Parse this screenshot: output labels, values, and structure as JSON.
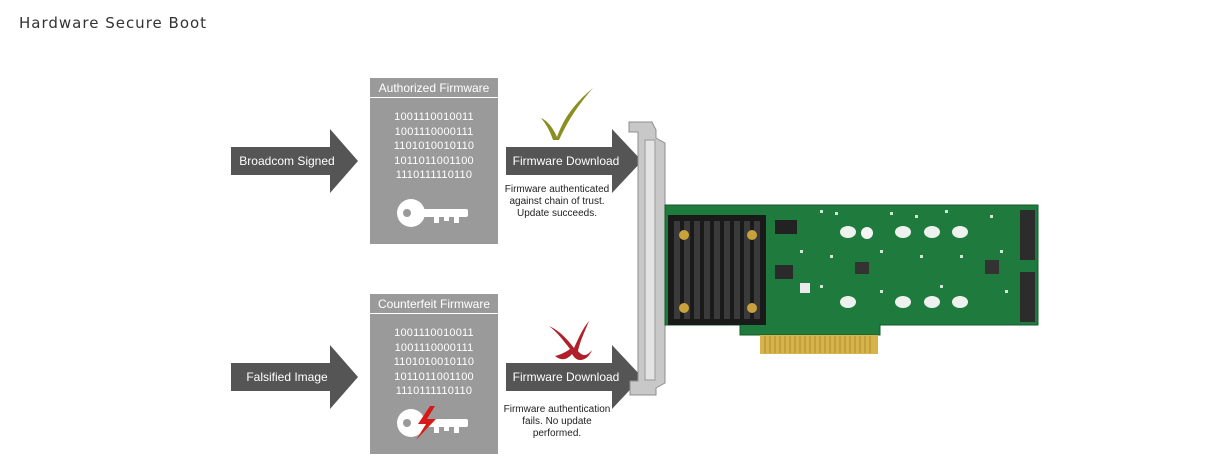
{
  "page": {
    "title": "Hardware Secure Boot"
  },
  "flows": [
    {
      "input_label": "Broadcom Signed",
      "firmware_title": "Authorized Firmware",
      "binary_lines": [
        "1001110010011",
        "1001110000111",
        "1101010010110",
        "1011011001100",
        "1110111110110"
      ],
      "output_label": "Firmware Download",
      "result_text": "Firmware authenticated against chain of trust. Update succeeds.",
      "status_icon": "checkmark-icon",
      "key_icon": "key-icon"
    },
    {
      "input_label": "Falsified Image",
      "firmware_title": "Counterfeit Firmware",
      "binary_lines": [
        "1001110010011",
        "1001110000111",
        "1101010010110",
        "1011011001100",
        "1110111110110"
      ],
      "output_label": "Firmware Download",
      "result_text": "Firmware authentication fails. No update performed.",
      "status_icon": "x-mark-icon",
      "key_icon": "broken-key-icon"
    }
  ],
  "colors": {
    "arrow": "#555555",
    "card": "#9a9a9a",
    "check": "#8a8f22",
    "cross": "#b0202a",
    "bolt": "#d61a1a",
    "pcb": "#1f7a3d"
  },
  "hardware_image": "raid-controller-card"
}
